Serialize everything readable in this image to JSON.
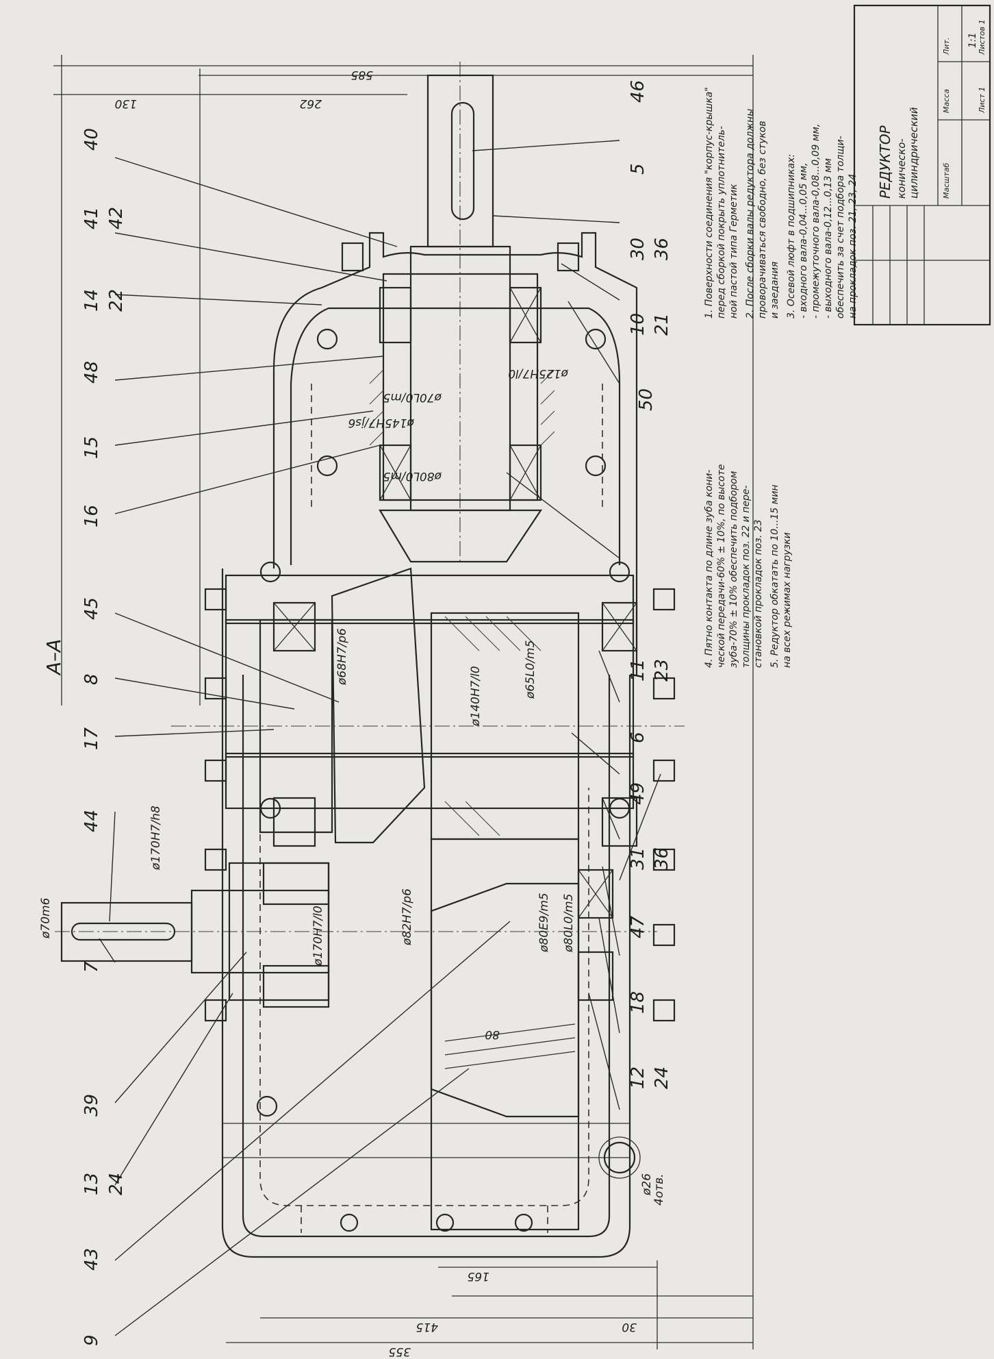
{
  "section_label": "A–A",
  "positions": {
    "p40": "40",
    "p41": "41",
    "p42": "42",
    "p14": "14",
    "p22": "22",
    "p48": "48",
    "p15": "15",
    "p16": "16",
    "p45": "45",
    "p8": "8",
    "p17": "17",
    "p44": "44",
    "p7": "7",
    "p39": "39",
    "p13": "13",
    "p24a": "24",
    "p43": "43",
    "p9": "9",
    "p46": "46",
    "p5": "5",
    "p30": "30",
    "p36a": "36",
    "p10": "10",
    "p21": "21",
    "p50": "50",
    "p11": "11",
    "p23": "23",
    "p6": "6",
    "p49": "49",
    "p31": "31",
    "p36b": "36",
    "p47": "47",
    "p18": "18",
    "p12": "12",
    "p24b": "24"
  },
  "dimensions": {
    "d585": "585",
    "d130": "130",
    "d262": "262",
    "d355": "355",
    "d415": "415",
    "d165": "165",
    "d30": "30",
    "d80": "80",
    "fit_70L0m5": "ø70L0/m5",
    "fit_145H7js6": "ø145H7/js6",
    "fit_80L0m5a": "ø80L0/m5",
    "fit_125H7l0": "ø125H7/l0",
    "fit_68H7p6": "ø68H7/p6",
    "fit_140H7l0": "ø140H7/l0",
    "fit_65L0m5": "ø65L0/m5",
    "fit_170H7h8": "ø170H7/h8",
    "fit_170H7l0": "ø170H7/l0",
    "fit_82H7p6": "ø82H7/p6",
    "fit_80E9m5": "ø80E9/m5",
    "fit_80L0m5b": "ø80L0/m5",
    "fit_70m6": "ø70m6",
    "hole_26": "ø26",
    "hole_count": "4отв."
  },
  "notes": {
    "n1a": "1. Поверхности соединения \"корпус-крышка\"",
    "n1b": "перед сборкой покрыть уплотнитель-",
    "n1c": "ной пастой типа Герметик",
    "n2a": "2. После сборки валы редуктора должны",
    "n2b": "проворачиваться свободно, без стуков",
    "n2c": "и заедания",
    "n3a": "3. Осевой люфт в подшипниках:",
    "n3b": "- входного вала-0,04...0,05 мм,",
    "n3c": "- промежуточного вала-0,08...0,09 мм,",
    "n3d": "- выходного вала-0,12...0,13 мм",
    "n3e": "обеспечить за счет подбора толщи-",
    "n3f": "на прокладок поз. 21, 23, 24",
    "n4a": "4. Пятно контакта по длине зуба кони-",
    "n4b": "ческой передачи-60% ± 10%, по высоте",
    "n4c": "зуба-70% ± 10% обеспечить подбором",
    "n4d": "толщины прокладок поз. 22 и пере-",
    "n4e": "становкой прокладок поз. 23",
    "n5a": "5. Редуктор обкатать по 10...15 мин",
    "n5b": "на всех режимах нагрузки"
  },
  "title_block": {
    "name1": "РЕДУКТОР",
    "name2": "коническо-",
    "name3": "цилиндрический",
    "scale": "1:1",
    "sheet": "Лист 1",
    "sheets": "Листов 1",
    "hdr_lit": "Лит.",
    "hdr_mass": "Масса",
    "hdr_scale": "Масштаб"
  }
}
